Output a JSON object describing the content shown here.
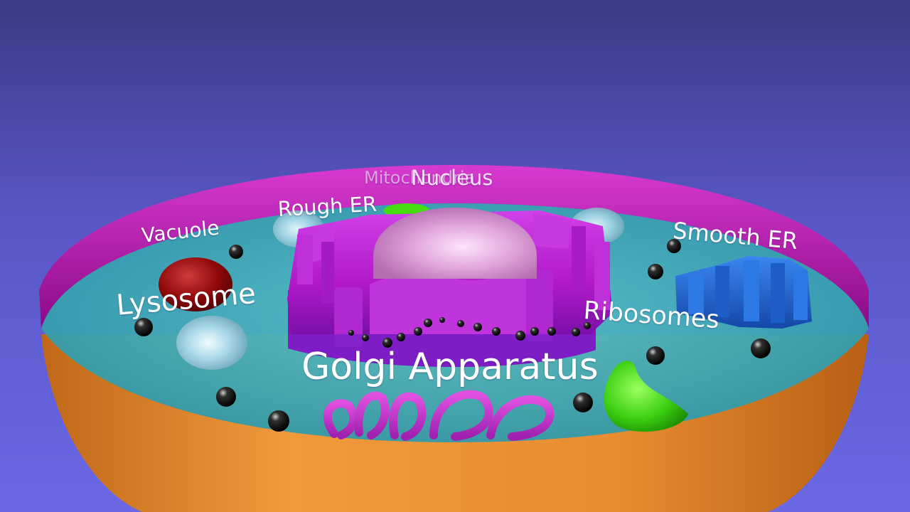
{
  "labels": {
    "mitochondria": "Mitochondria",
    "nucleus": "Nucleus",
    "rough_er": "Rough ER",
    "vacuole": "Vacuole",
    "smooth_er": "Smooth ER",
    "lysosome": "Lysosome",
    "ribosomes": "Ribosomes",
    "golgi": "Golgi Apparatus"
  },
  "colors": {
    "background_top": "#3e3c8c",
    "background_bottom": "#6a68e0",
    "membrane": "#b010a8",
    "cell_wall": "#e48a30",
    "cytoplasm": "#3aa6b4",
    "er": "#b820d8",
    "nucleus": "#e8a8e0",
    "lysosome": "#9a0a0a",
    "vacuole": "#a6d6e6",
    "smooth_er": "#2266d0",
    "mitochondria": "#44dd10",
    "ribosome": "#000000"
  }
}
